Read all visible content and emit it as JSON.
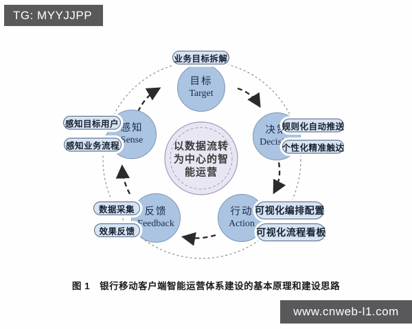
{
  "watermarks": {
    "top_left": "TG: MYYJJPP",
    "bottom_right": "www.cnweb-l1.com"
  },
  "diagram": {
    "center": {
      "line1": "以数据流转",
      "line2": "为中心的智",
      "line3": "能运营"
    },
    "nodes": [
      {
        "id": "target",
        "zh": "目标",
        "en": "Target"
      },
      {
        "id": "sense",
        "zh": "感知",
        "en": "Sense"
      },
      {
        "id": "decision",
        "zh": "决策",
        "en": "Decision"
      },
      {
        "id": "action",
        "zh": "行动",
        "en": "Action"
      },
      {
        "id": "feedback",
        "zh": "反馈",
        "en": "Feedback"
      }
    ],
    "pills": {
      "target_top": "业务目标拆解",
      "sense_1": "感知目标用户",
      "sense_2": "感知业务流程",
      "decision_1": "规则化自动推送",
      "decision_2": "个性化精准触达",
      "action_1": "可视化编排配置",
      "action_2": "可视化流程看板",
      "feedback_1": "数据采集",
      "feedback_2": "效果反馈"
    },
    "flow_order": [
      "目标",
      "决策",
      "行动",
      "反馈",
      "感知"
    ]
  },
  "caption": {
    "figure_no": "图 1",
    "text": "银行移动客户端智能运营体系建设的基本原理和建设思路"
  },
  "colors": {
    "node_fill": "#aac4e1",
    "node_border": "#7e96b6",
    "pill_fill": "#d7e3f3",
    "pill_border": "#51657f",
    "center_fill": "#e9e6f3",
    "center_border": "#9f99b6",
    "arrow": "#2b2b2b",
    "ring": "#8d8d8d",
    "badge_bg": "#59595b",
    "badge_text": "#ffffff"
  }
}
